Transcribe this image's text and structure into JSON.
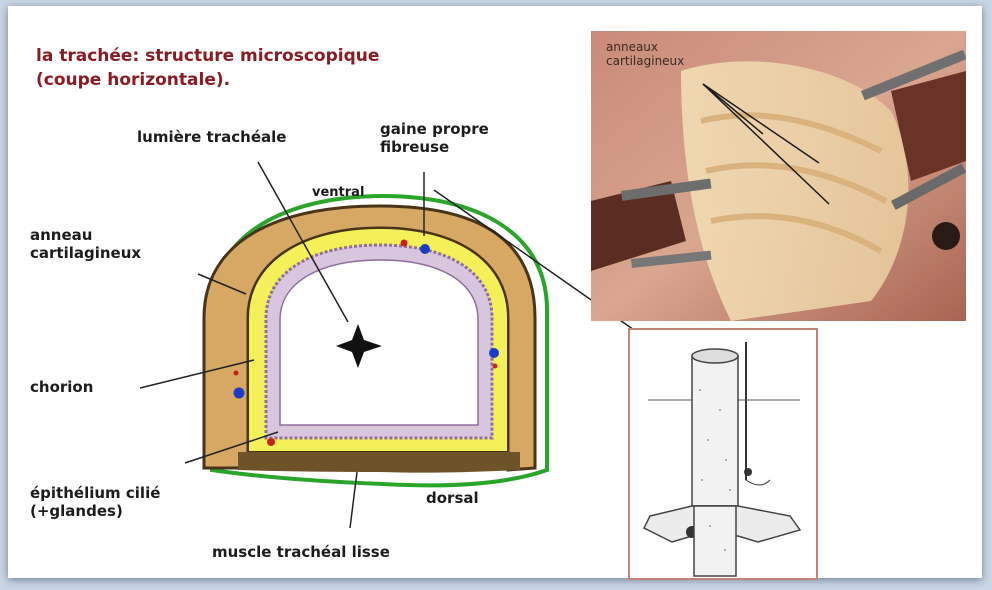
{
  "title": {
    "line1": "la trachée: structure microscopique",
    "line2": "(coupe horizontale)."
  },
  "labels": {
    "lumiere": "lumière trachéale",
    "gaine_line1": "gaine propre",
    "gaine_line2": "fibreuse",
    "ventral": "ventral",
    "anneau_line1": "anneau",
    "anneau_line2": "cartilagineux",
    "chorion": "chorion",
    "epithelium_line1": "épithélium cilié",
    "epithelium_line2": "(+glandes)",
    "dorsal": "dorsal",
    "muscle": "muscle trachéal lisse"
  },
  "photo": {
    "label_line1": "anneaux",
    "label_line2": "cartilagineux"
  },
  "colors": {
    "title": "#8b1a22",
    "adventitia": "#2aa52a",
    "cartilage": "#d7a864",
    "chorion": "#f4f05a",
    "epithelium": "#d8c6de",
    "muscle": "#6e5228"
  }
}
